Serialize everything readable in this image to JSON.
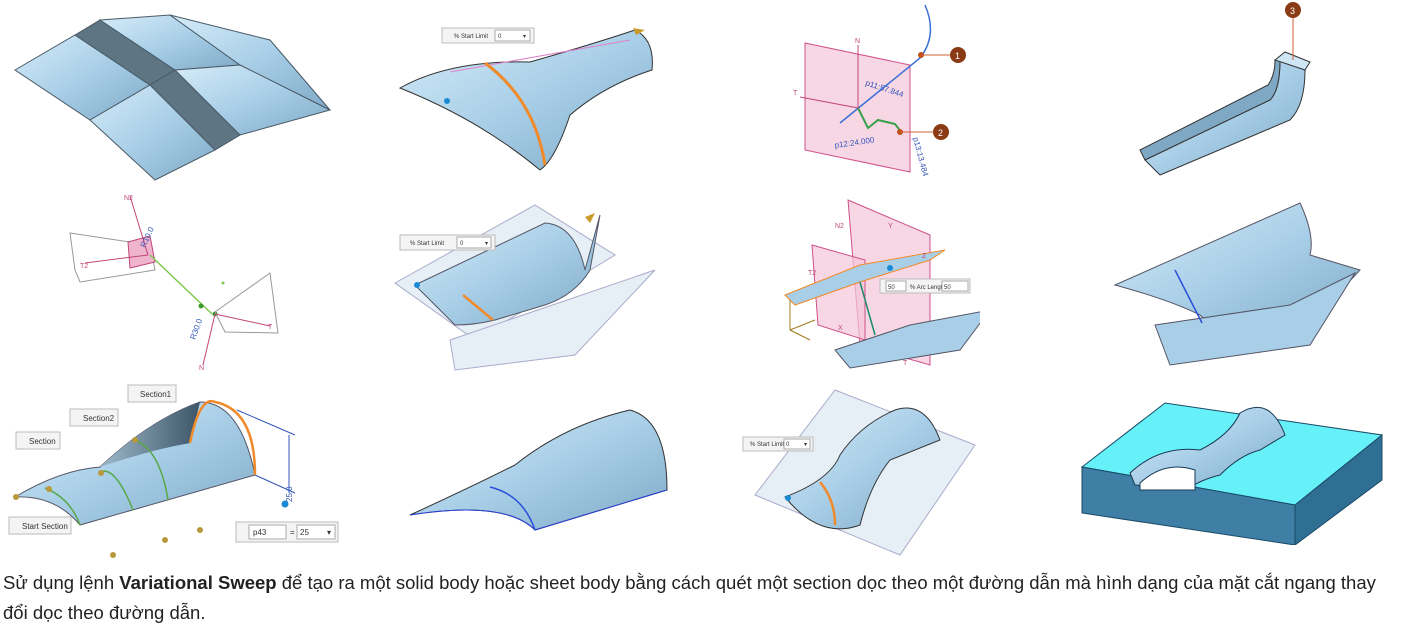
{
  "figure": {
    "panel_2": {
      "start_limit_label": "% Start Limit",
      "start_limit_value": "0"
    },
    "panel_3": {
      "marker_1": "1",
      "marker_2": "2",
      "axis_n": "N",
      "axis_t": "T",
      "dim_p11": "p11:57.844",
      "dim_p12": "p12:24.000",
      "dim_p13": "p13:13.484"
    },
    "panel_4": {
      "marker_3": "3"
    },
    "panel_5": {
      "axis_n2": "N2",
      "axis_t2": "T2",
      "axis_n": "N",
      "axis_t": "T",
      "dim_r10": "R10.0",
      "dim_r30": "R30.0"
    },
    "panel_6": {
      "start_limit_label": "% Start Limit",
      "start_limit_value": "0"
    },
    "panel_7": {
      "value_field": "50",
      "arc_length_label": "% Arc Length",
      "arc_length_value": "50",
      "axis_n2": "N2",
      "axis_t2": "T2",
      "axis_y": "Y",
      "axis_z": "Z",
      "axis_x": "X",
      "axis_t": "T"
    },
    "panel_9": {
      "section1": "Section1",
      "section2": "Section2",
      "section": "Section",
      "start_section": "Start Section",
      "dim_value": "25.0",
      "param_name": "p43",
      "equals": "=",
      "param_value": "25"
    },
    "panel_11": {
      "start_limit_label": "% Start Limit",
      "start_limit_value": "0"
    }
  },
  "caption": {
    "prefix": "Sử dụng lệnh ",
    "command": "Variational Sweep",
    "suffix": " để tạo ra một solid body hoặc sheet body bằng cách quét một section dọc theo một đường dẫn mà hình dạng của mặt cắt ngang thay đổi dọc theo đường dẫn."
  },
  "colors": {
    "surface": "#a9cfe8",
    "surface_dark": "#5e7f95",
    "highlight_orange": "#f08a2a",
    "section_green": "#5aa84a",
    "plane_pink": "#f4c6d8",
    "solid_cyan": "#66f0f8",
    "solid_side": "#3f7fa6"
  }
}
